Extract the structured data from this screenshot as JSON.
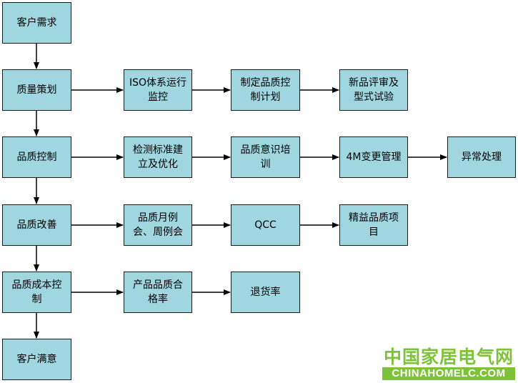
{
  "flow": {
    "main": [
      "客户需求",
      "质量策划",
      "品质控制",
      "品质改善",
      "品质成本控制",
      "客户满意"
    ],
    "row_planning": [
      "ISO体系运行监控",
      "制定品质控制计划",
      "新品评审及型式试验"
    ],
    "row_control": [
      "检测标准建立及优化",
      "品质意识培训",
      "4M变更管理",
      "异常处理"
    ],
    "row_improve": [
      "品质月例会、周例会",
      "QCC",
      "精益品质项目"
    ],
    "row_cost": [
      "产品品质合格率",
      "退货率"
    ]
  },
  "watermark": {
    "cn": "中国家居电气网",
    "en": "CHINAHOMELC.COM"
  },
  "colors": {
    "node_fill": "#9fd6e0",
    "border": "#1a1a1a",
    "watermark": "#7ec23a"
  }
}
